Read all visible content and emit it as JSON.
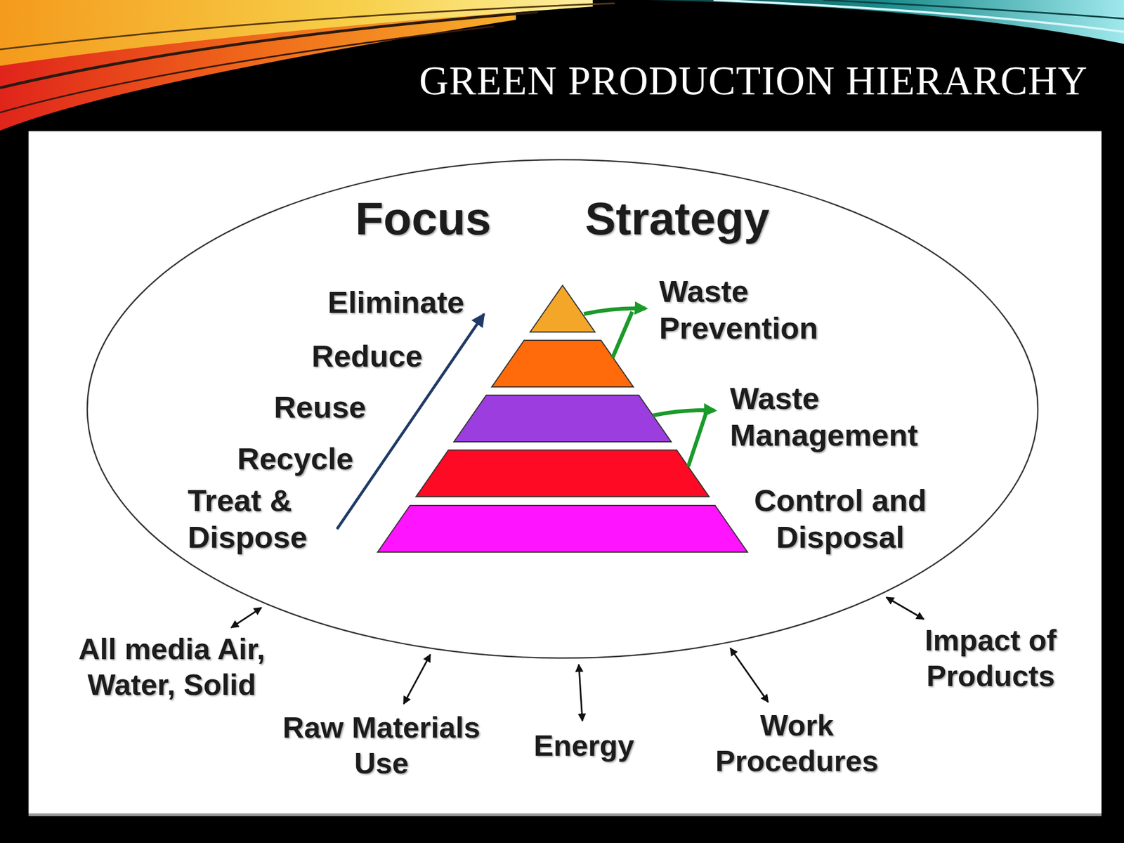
{
  "diagram": {
    "title": "GREEN PRODUCTION HIERARCHY",
    "nodes": [
      {
        "text": [
          "Focus",
          "Strategy"
        ]
      },
      {
        "text": [
          "All media Air, Water, Solid"
        ]
      },
      {
        "text": [
          "Raw Materials Use"
        ]
      },
      {
        "text": [
          "Energy"
        ]
      },
      {
        "text": [
          "Work Procedures"
        ]
      },
      {
        "text": [
          "Impact of Products"
        ]
      }
    ],
    "edges": [
      {
        "from": 0,
        "to": 1,
        "arrow": "both"
      },
      {
        "from": 0,
        "to": 2,
        "arrow": "both"
      },
      {
        "from": 0,
        "to": 3,
        "arrow": "both"
      },
      {
        "from": 0,
        "to": 4,
        "arrow": "both"
      },
      {
        "from": 0,
        "to": 5,
        "arrow": "both"
      }
    ],
    "labels": [
      "Eliminate",
      "Reduce",
      "Reuse",
      "Recycle",
      "Treat & Dispose",
      "Waste Prevention",
      "Waste Management",
      "Control and Disposal"
    ]
  }
}
